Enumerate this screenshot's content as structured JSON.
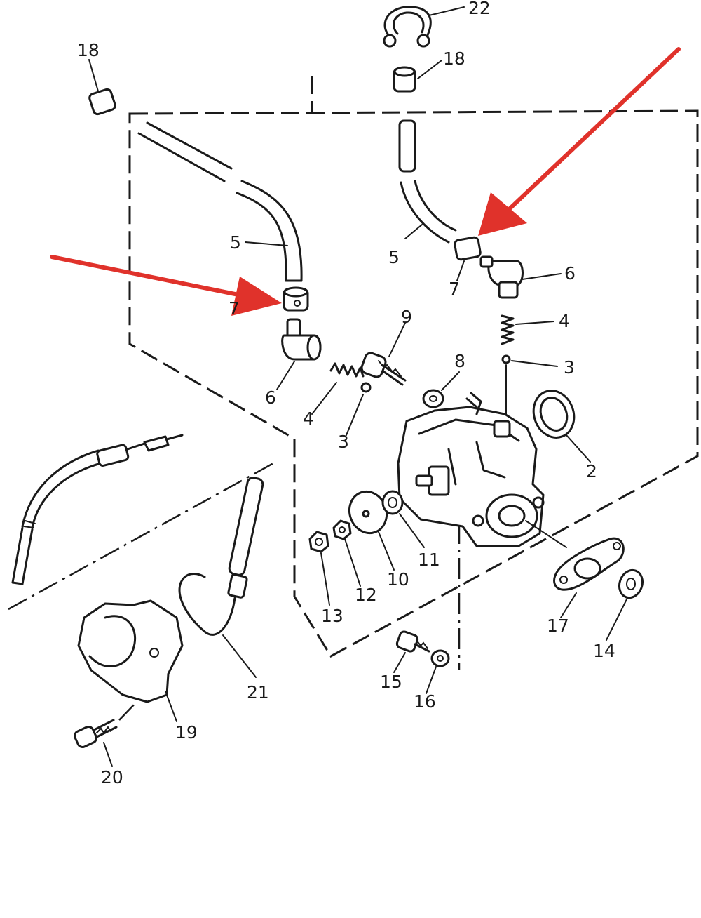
{
  "diagram": {
    "labels": {
      "l22": "22",
      "l18a": "18",
      "l18b": "18",
      "l5a": "5",
      "l5b": "5",
      "l7a": "7",
      "l7b": "7",
      "l6a": "6",
      "l6b": "6",
      "l4a": "4",
      "l4b": "4",
      "l3a": "3",
      "l3b": "3",
      "l9": "9",
      "l8": "8",
      "l2": "2",
      "l10": "10",
      "l11": "11",
      "l12": "12",
      "l13": "13",
      "l14": "14",
      "l15": "15",
      "l16": "16",
      "l17": "17",
      "l19": "19",
      "l20": "20",
      "l21": "21"
    },
    "colors": {
      "ink": "#1a1a1a",
      "arrow": "#e0322b",
      "background": "#ffffff"
    }
  }
}
